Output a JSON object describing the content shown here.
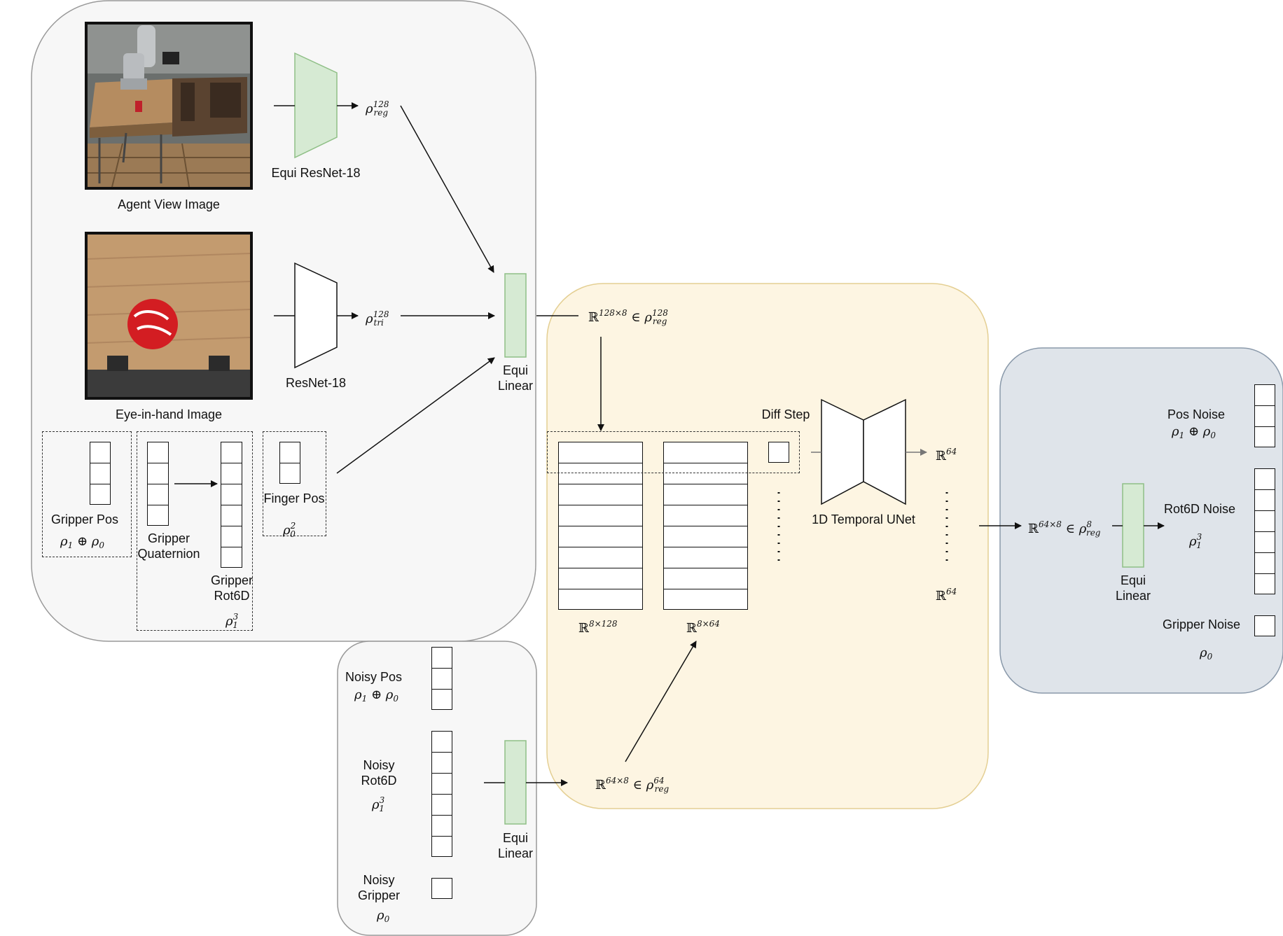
{
  "colors": {
    "encoder_panel": "#f7f7f7",
    "noise_panel": "#f7f7f7",
    "unet_panel": "#fdf5e2",
    "output_panel": "#dfe4ea",
    "green_block": "#d6ead3",
    "green_border": "#8fbf86",
    "unet_border": "#e4cf93",
    "output_border": "#8a99aa"
  },
  "images": {
    "agent_view_caption": "Agent View Image",
    "eye_in_hand_caption": "Eye-in-hand Image"
  },
  "encoders": {
    "equi_resnet_label": "Equi ResNet-18",
    "resnet_label": "ResNet-18"
  },
  "reps": {
    "rho": "ρ",
    "reg": "reg",
    "tri": "tri",
    "sup_128": "128",
    "sup_64": "64",
    "sup_8": "8",
    "sup_3": "3",
    "sup_2": "2",
    "sub_0": "0",
    "sub_1": "1",
    "oplus": "⊕",
    "elem_of": "∈",
    "reals": "ℝ",
    "dim_128x8": "128×8",
    "dim_8x128": "8×128",
    "dim_8x64": "8×64",
    "dim_64x8": "64×8",
    "dim_64": "64"
  },
  "proprio": {
    "gripper_pos_label": "Gripper Pos",
    "gripper_quat_line1": "Gripper",
    "gripper_quat_line2": "Quaternion",
    "gripper_rot6d_line1": "Gripper",
    "gripper_rot6d_line2": "Rot6D",
    "finger_pos_label": "Finger Pos"
  },
  "equi_linear": {
    "line1": "Equi",
    "line2": "Linear"
  },
  "unet": {
    "diff_step_label": "Diff Step",
    "unet_label": "1D Temporal UNet"
  },
  "noise_inputs": {
    "noisy_pos_label": "Noisy Pos",
    "noisy_rot6d_line1": "Noisy",
    "noisy_rot6d_line2": "Rot6D",
    "noisy_gripper_line1": "Noisy",
    "noisy_gripper_line2": "Gripper"
  },
  "outputs": {
    "pos_noise_label": "Pos Noise",
    "rot6d_noise_label": "Rot6D Noise",
    "gripper_noise_label": "Gripper Noise"
  }
}
